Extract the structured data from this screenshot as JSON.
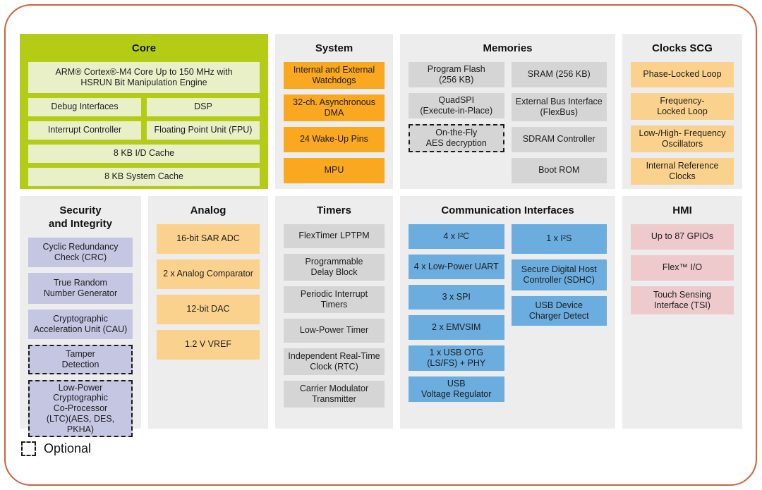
{
  "legend": {
    "label": "Optional"
  },
  "colors": {
    "outer_border": "#d2603a",
    "panel_background": "#ededee",
    "core_panel": "#b5cc17",
    "core_block": "#e9f0c8",
    "system_block": "#f9a81f",
    "memory_block": "#d5d5d5",
    "clock_block": "#fbd28d",
    "security_block": "#c5c6e2",
    "analog_block": "#fbd28d",
    "timer_block": "#d5d5d5",
    "comm_block": "#6badde",
    "hmi_block": "#eecacc"
  },
  "sections": [
    {
      "id": "core",
      "title_lines": [
        "Core"
      ],
      "panel_class": "green",
      "block_class": "core-block",
      "rows": [
        [
          {
            "label": "ARM® Cortex®-M4 Core Up to 150 MHz with\nHSRUN Bit Manipulation Engine",
            "h": 44
          }
        ],
        [
          {
            "label": "Debug Interfaces",
            "h": 26
          },
          {
            "label": "DSP",
            "h": 26
          }
        ],
        [
          {
            "label": "Interrupt Controller",
            "h": 26
          },
          {
            "label": "Floating Point Unit (FPU)",
            "h": 26
          }
        ],
        [
          {
            "label": "8 KB I/D Cache",
            "h": 26
          }
        ],
        [
          {
            "label": "8 KB System Cache",
            "h": 26
          }
        ]
      ]
    },
    {
      "id": "system",
      "title_lines": [
        "System"
      ],
      "panel_class": "",
      "block_class": "amber",
      "columns": [
        [
          {
            "label": "Internal and External\nWatchdogs",
            "h": 38
          },
          {
            "label": "32-ch. Asynchronous\nDMA",
            "h": 38
          },
          {
            "label": "24 Wake-Up Pins",
            "h": 36
          },
          {
            "label": "MPU",
            "h": 36
          }
        ]
      ]
    },
    {
      "id": "memories",
      "title_lines": [
        "Memories"
      ],
      "panel_class": "",
      "block_class": "gray",
      "columns": [
        [
          {
            "label": "Program Flash\n(256 KB)",
            "h": 36
          },
          {
            "label": "QuadSPI\n(Execute-in-Place)",
            "h": 36
          },
          {
            "label": "On-the-Fly\nAES decryption",
            "h": 40,
            "dashed": true
          }
        ],
        [
          {
            "label": "SRAM (256 KB)",
            "h": 36
          },
          {
            "label": "External Bus Interface\n(FlexBus)",
            "h": 40
          },
          {
            "label": "SDRAM Controller",
            "h": 36
          },
          {
            "label": "Boot ROM",
            "h": 36
          }
        ]
      ]
    },
    {
      "id": "clocks",
      "title_lines": [
        "Clocks SCG"
      ],
      "panel_class": "",
      "block_class": "light-amber",
      "columns": [
        [
          {
            "label": "Phase-Locked Loop",
            "h": 36
          },
          {
            "label": "Frequency-\nLocked Loop",
            "h": 38
          },
          {
            "label": "Low-/High- Frequency\nOscillators",
            "h": 38
          },
          {
            "label": "Internal Reference\nClocks",
            "h": 38
          }
        ]
      ]
    },
    {
      "id": "security",
      "title_lines": [
        "Security",
        "and Integrity"
      ],
      "panel_class": "",
      "block_class": "lavender",
      "columns": [
        [
          {
            "label": "Cyclic Redundancy\nCheck (CRC)",
            "h": 42
          },
          {
            "label": "True Random\nNumber Generator",
            "h": 44
          },
          {
            "label": "Cryptographic\nAcceleration Unit (CAU)",
            "h": 42
          },
          {
            "label": "Tamper\nDetection",
            "h": 42,
            "dashed": true
          },
          {
            "label": "Low-Power Cryptographic\nCo-Processor\n(LTC)(AES, DES, PKHA)",
            "h": 56,
            "dashed": true
          }
        ]
      ]
    },
    {
      "id": "analog",
      "title_lines": [
        "Analog"
      ],
      "panel_class": "",
      "block_class": "light-amber",
      "columns": [
        [
          {
            "label": "16-bit SAR ADC",
            "h": 42
          },
          {
            "label": "2 x Analog Comparator",
            "h": 42
          },
          {
            "label": "12-bit DAC",
            "h": 42
          },
          {
            "label": "1.2 V VREF",
            "h": 42
          }
        ]
      ]
    },
    {
      "id": "timers",
      "title_lines": [
        "Timers"
      ],
      "panel_class": "",
      "block_class": "gray",
      "columns": [
        [
          {
            "label": "FlexTimer LPTPM",
            "h": 34
          },
          {
            "label": "Programmable\nDelay Block",
            "h": 38
          },
          {
            "label": "Periodic Interrupt\nTimers",
            "h": 38
          },
          {
            "label": "Low-Power Timer",
            "h": 34
          },
          {
            "label": "Independent Real-Time\nClock (RTC)",
            "h": 38
          },
          {
            "label": "Carrier Modulator\nTransmitter",
            "h": 38
          }
        ]
      ]
    },
    {
      "id": "comm",
      "title_lines": [
        "Communication Interfaces"
      ],
      "panel_class": "",
      "block_class": "blue",
      "columns": [
        [
          {
            "label": "4 x I²C",
            "h": 35
          },
          {
            "label": "4 x Low-Power UART",
            "h": 35
          },
          {
            "label": "3 x SPI",
            "h": 35
          },
          {
            "label": "2 x EMVSIM",
            "h": 35
          },
          {
            "label": "1 x USB OTG\n(LS/FS) + PHY",
            "h": 36
          },
          {
            "label": "USB\nVoltage Regulator",
            "h": 36
          }
        ],
        [
          {
            "label": "1 x I²S",
            "h": 42
          },
          {
            "label": "Secure Digital Host\nController (SDHC)",
            "h": 44
          },
          {
            "label": "USB Device\nCharger Detect",
            "h": 42
          }
        ]
      ]
    },
    {
      "id": "hmi",
      "title_lines": [
        "HMI"
      ],
      "panel_class": "",
      "block_class": "pink",
      "columns": [
        [
          {
            "label": "Up to 87 GPIOs",
            "h": 36
          },
          {
            "label": "Flex™ I/O",
            "h": 36
          },
          {
            "label": "Touch Sensing\nInterface (TSI)",
            "h": 40
          }
        ]
      ]
    }
  ]
}
